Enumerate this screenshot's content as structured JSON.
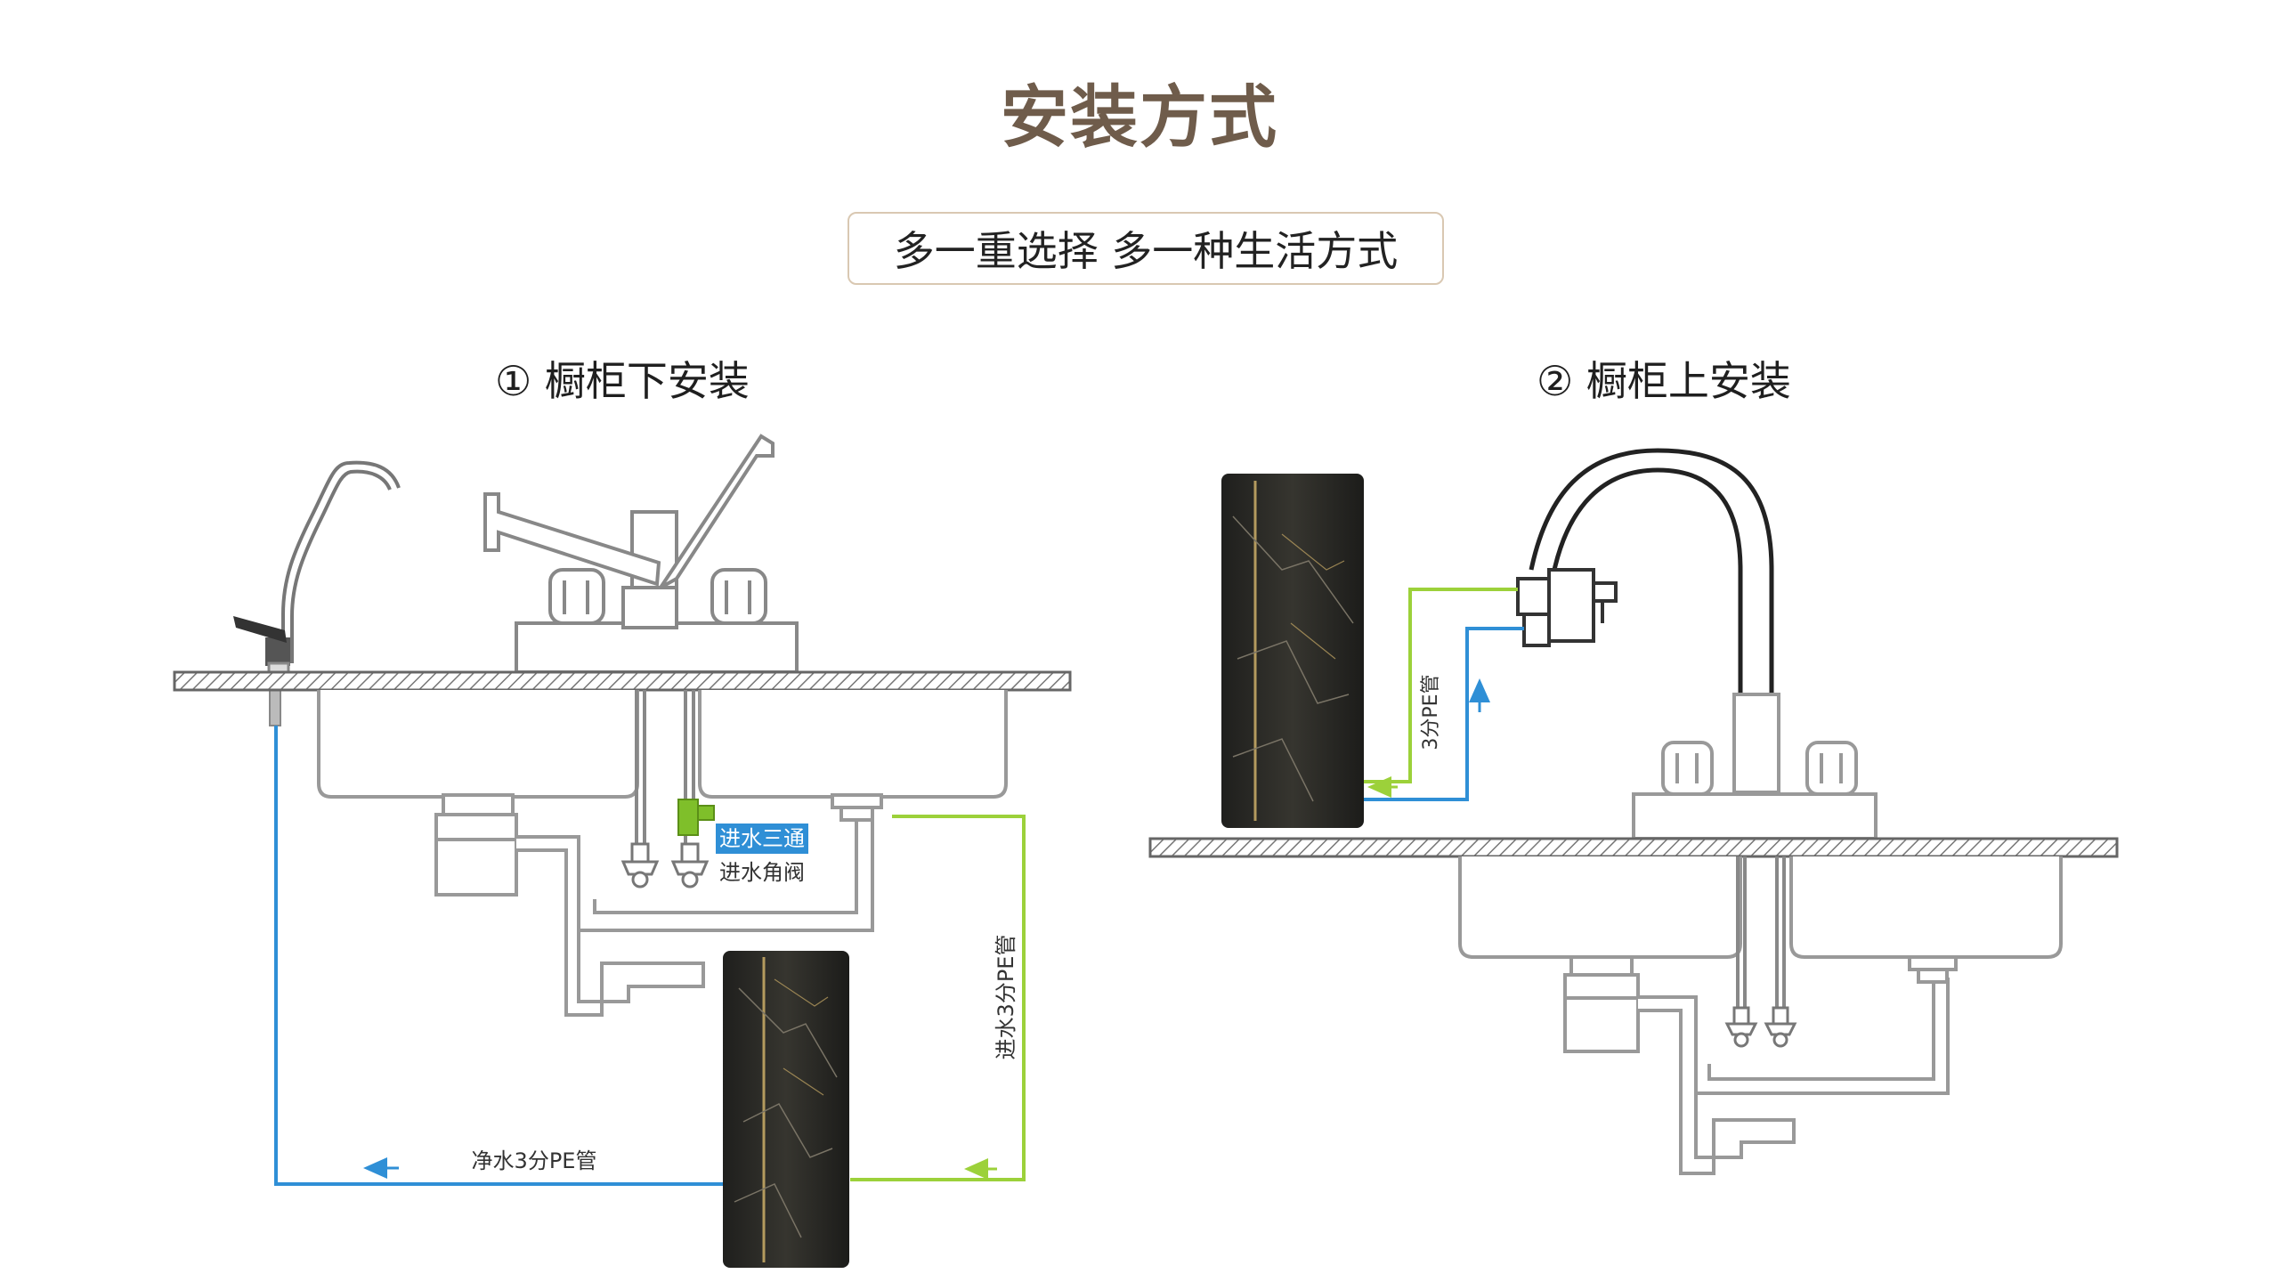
{
  "header": {
    "title": "安装方式",
    "subtitle": "多一重选择 多一种生活方式"
  },
  "under_cabinet": {
    "heading": "① 橱柜下安装",
    "labels": {
      "inlet_tee": "进水三通",
      "angle_valve": "进水角阀",
      "inlet_pipe": "进水3分PE管",
      "pure_pipe": "净水3分PE管"
    }
  },
  "on_counter": {
    "heading": "② 橱柜上安装",
    "labels": {
      "pe_pipe": "3分PE管"
    }
  },
  "colors": {
    "title": "#6f5c4b",
    "border": "#d9c8b2",
    "pipe_blue": "#2f8fd6",
    "pipe_green": "#9cd13a",
    "line_gray": "#8a8a8a",
    "purifier_body": "#2b2b28",
    "gold_vein": "#b49a5e"
  }
}
